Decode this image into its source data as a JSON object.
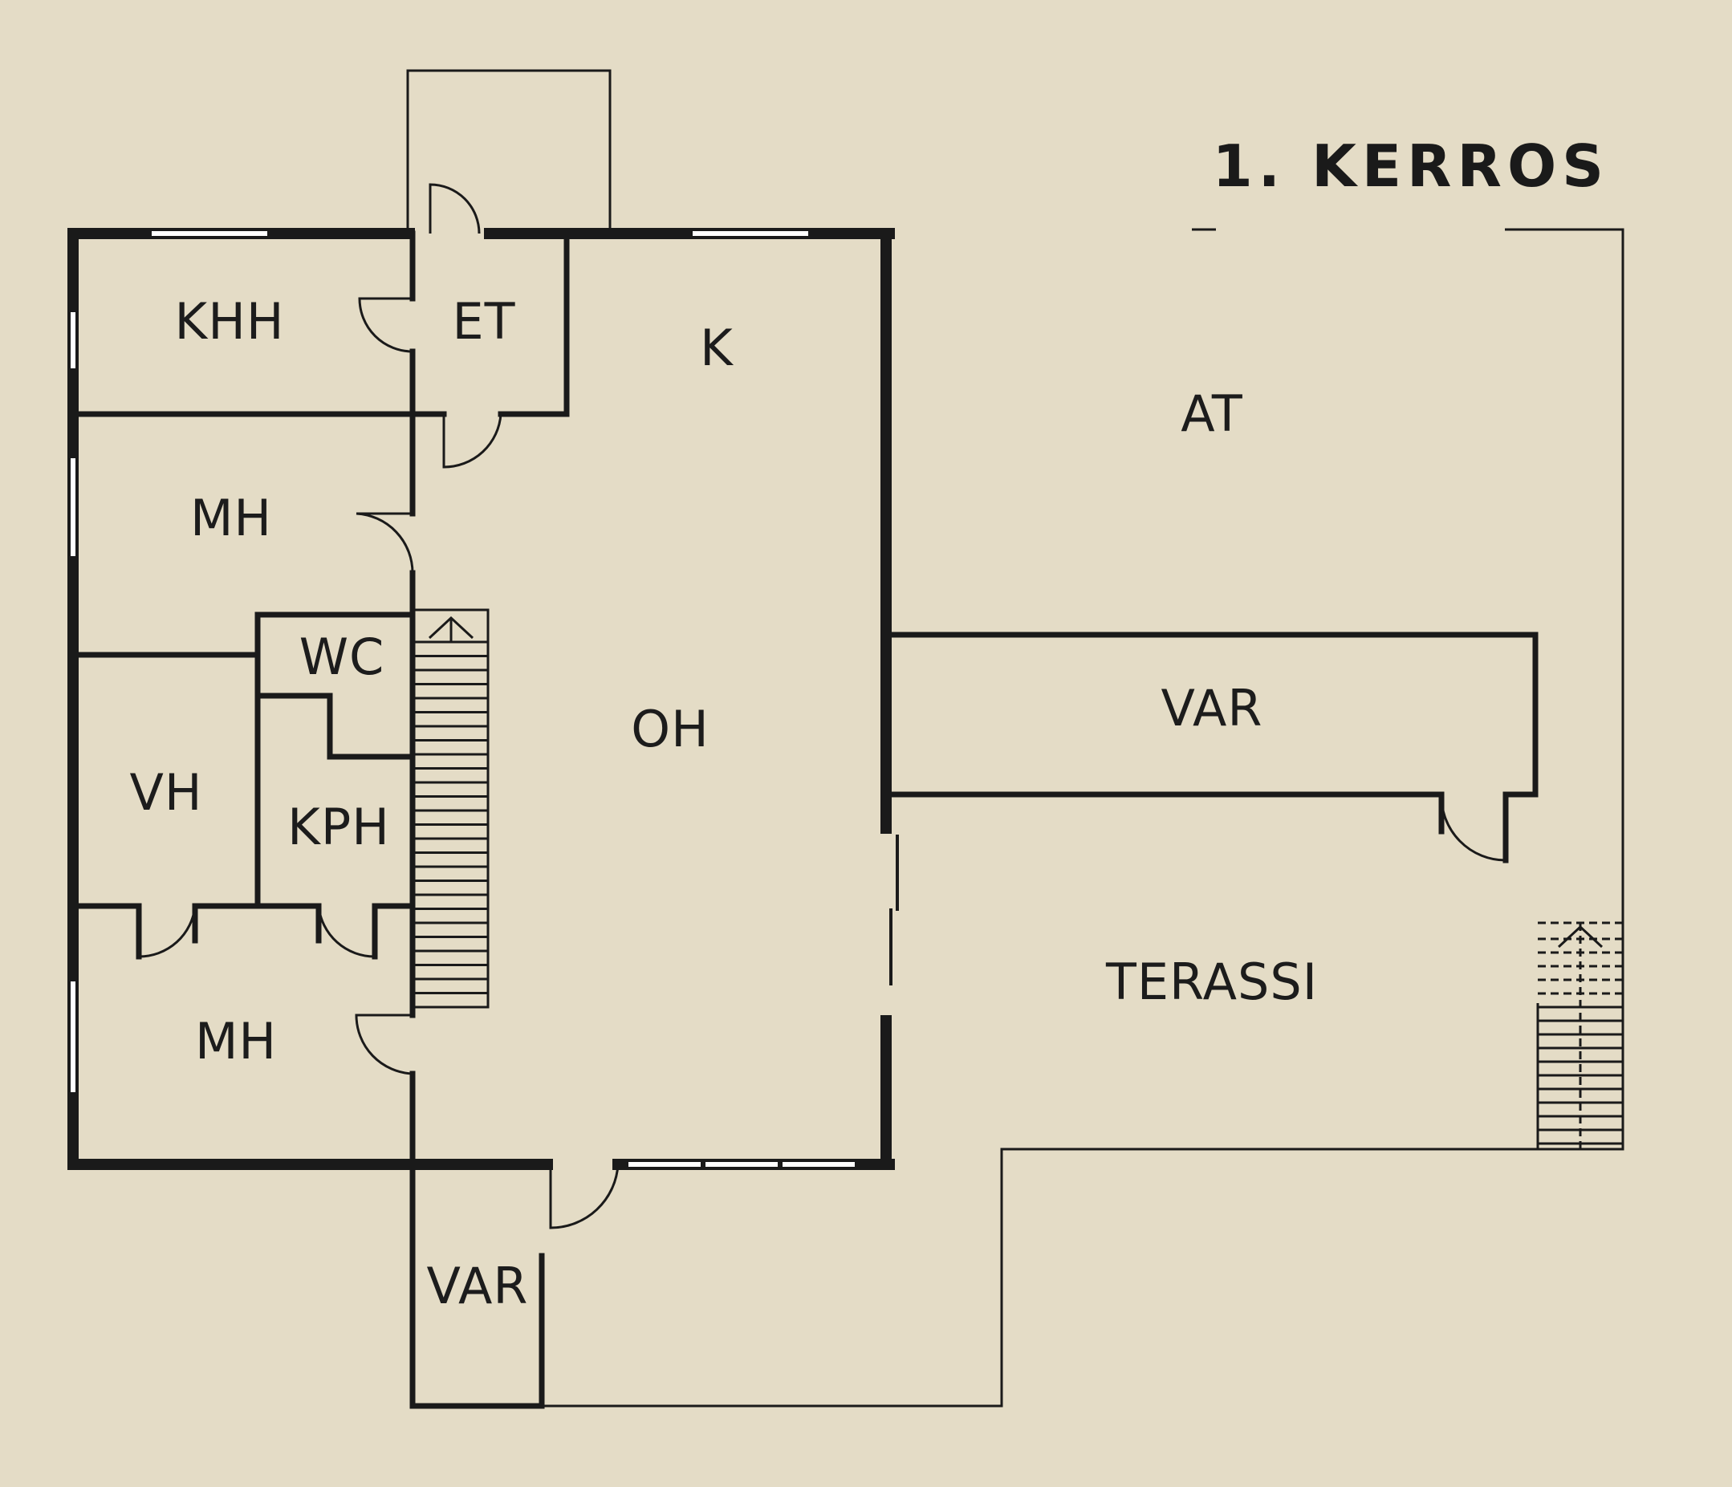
{
  "floor_title": "1. KERROS",
  "rooms": {
    "khh": "KHH",
    "et": "ET",
    "k": "K",
    "at": "AT",
    "mh_upper": "MH",
    "wc": "WC",
    "oh": "OH",
    "var_right": "VAR",
    "vh": "VH",
    "kph": "KPH",
    "terassi": "TERASSI",
    "mh_lower": "MH",
    "var_bottom": "VAR"
  },
  "colors": {
    "background": "#e4dcc6",
    "wall": "#1a1a1a"
  }
}
